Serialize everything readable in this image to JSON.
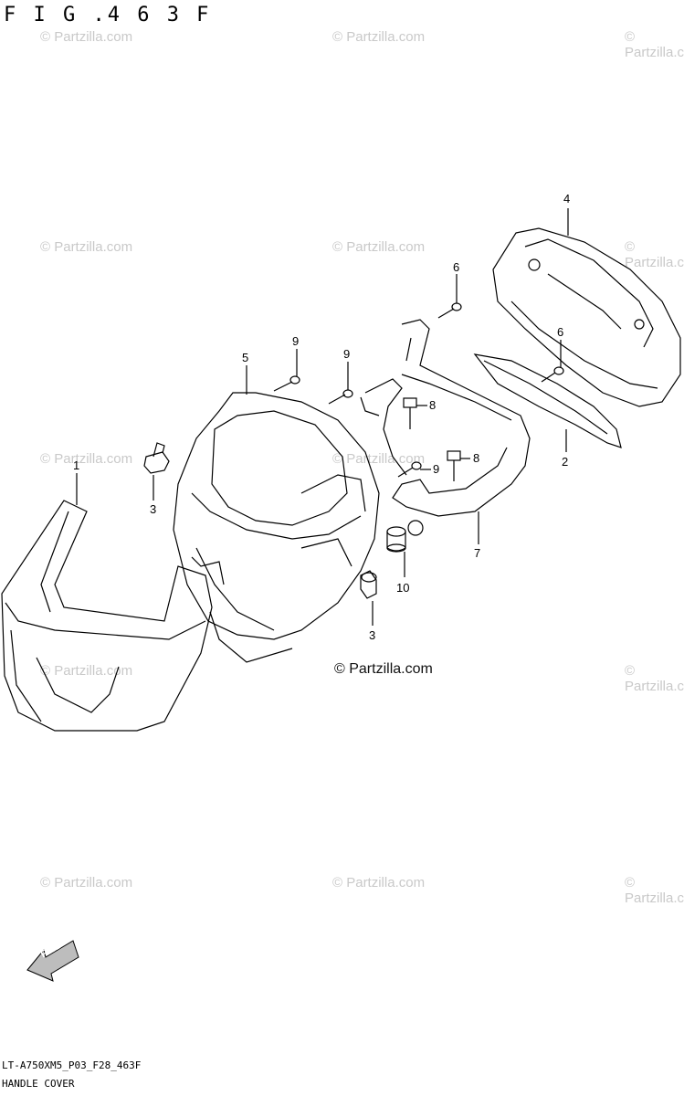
{
  "figure_id": "F I G .4 6 3 F",
  "watermark": "© Partzilla.com",
  "watermark_center": "© Partzilla.com",
  "callouts": {
    "c1": "1",
    "c2": "2",
    "c3a": "3",
    "c3b": "3",
    "c4": "4",
    "c5": "5",
    "c6a": "6",
    "c6b": "6",
    "c7": "7",
    "c8a": "8",
    "c8b": "8",
    "c9a": "9",
    "c9b": "9",
    "c9c": "9",
    "c10": "10"
  },
  "fwd_label": "FWD",
  "footer": {
    "code": "LT-A750XM5_P03_F28_463F",
    "caption": "HANDLE COVER"
  }
}
